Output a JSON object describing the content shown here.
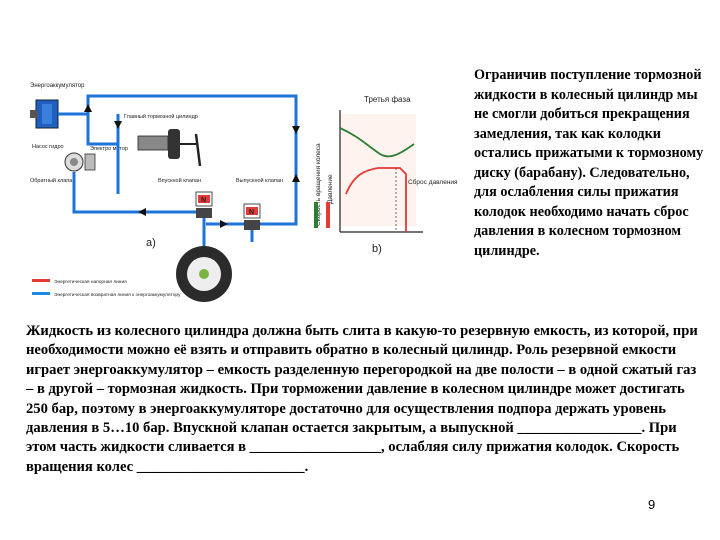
{
  "diagram_a": {
    "accumulator_label": "Энергоаккумулятор",
    "master_cylinder_label": "Главный тормозной цилиндр",
    "pump_label": "Насос гидро",
    "motor_label": "Электро мотор",
    "inlet_label": "Впускной клапан",
    "outlet_label": "Выпускной клапан",
    "return_label": "Обратный клапан",
    "valve_mark": "N",
    "panel_label": "a)",
    "legend": [
      {
        "text": "Энергетическая напорная линия",
        "color": "#e53935"
      },
      {
        "text": "Энергетическая возвратная линия к энергоаккумулятору",
        "color": "#1e88e5"
      }
    ]
  },
  "diagram_b": {
    "phase_label": "Третья фаза",
    "reset_label": "Сброс давления",
    "speed_label": "Скорость вращения колеса",
    "pressure_label": "Давление",
    "panel_label": "b)",
    "speed_color": "#2e7d32",
    "pressure_color": "#e53935"
  },
  "side_text": "Ограничив поступление тормозной жидкости в колесный цилиндр мы не смогли добиться прекращения замедления, так как колодки остались прижатыми к тормозному диску (барабану). Следовательно, для ослабления силы прижатия колодок необходимо начать сброс давления в колесном тормозном цилиндре.",
  "body_text": "Жидкость из колесного цилиндра должна быть слита в какую-то резервную емкость, из которой, при необходимости можно её взять и отправить обратно в колесный цилиндр. Роль резервной емкости играет энергоаккумулятор – емкость разделенную перегородкой на две полости – в одной сжатый газ – в другой – тормозная жидкость. При торможении давление в колесном цилиндре может достигать 250 бар, поэтому в энергоаккумуляторе достаточно для осуществления подпора держать уровень давления в 5…10 бар. Впускной клапан остается закрытым, а выпускной _________________. При этом часть жидкости сливается в __________________, ослабляя силу прижатия колодок. Скорость вращения колес _______________________.",
  "page_number": "9"
}
